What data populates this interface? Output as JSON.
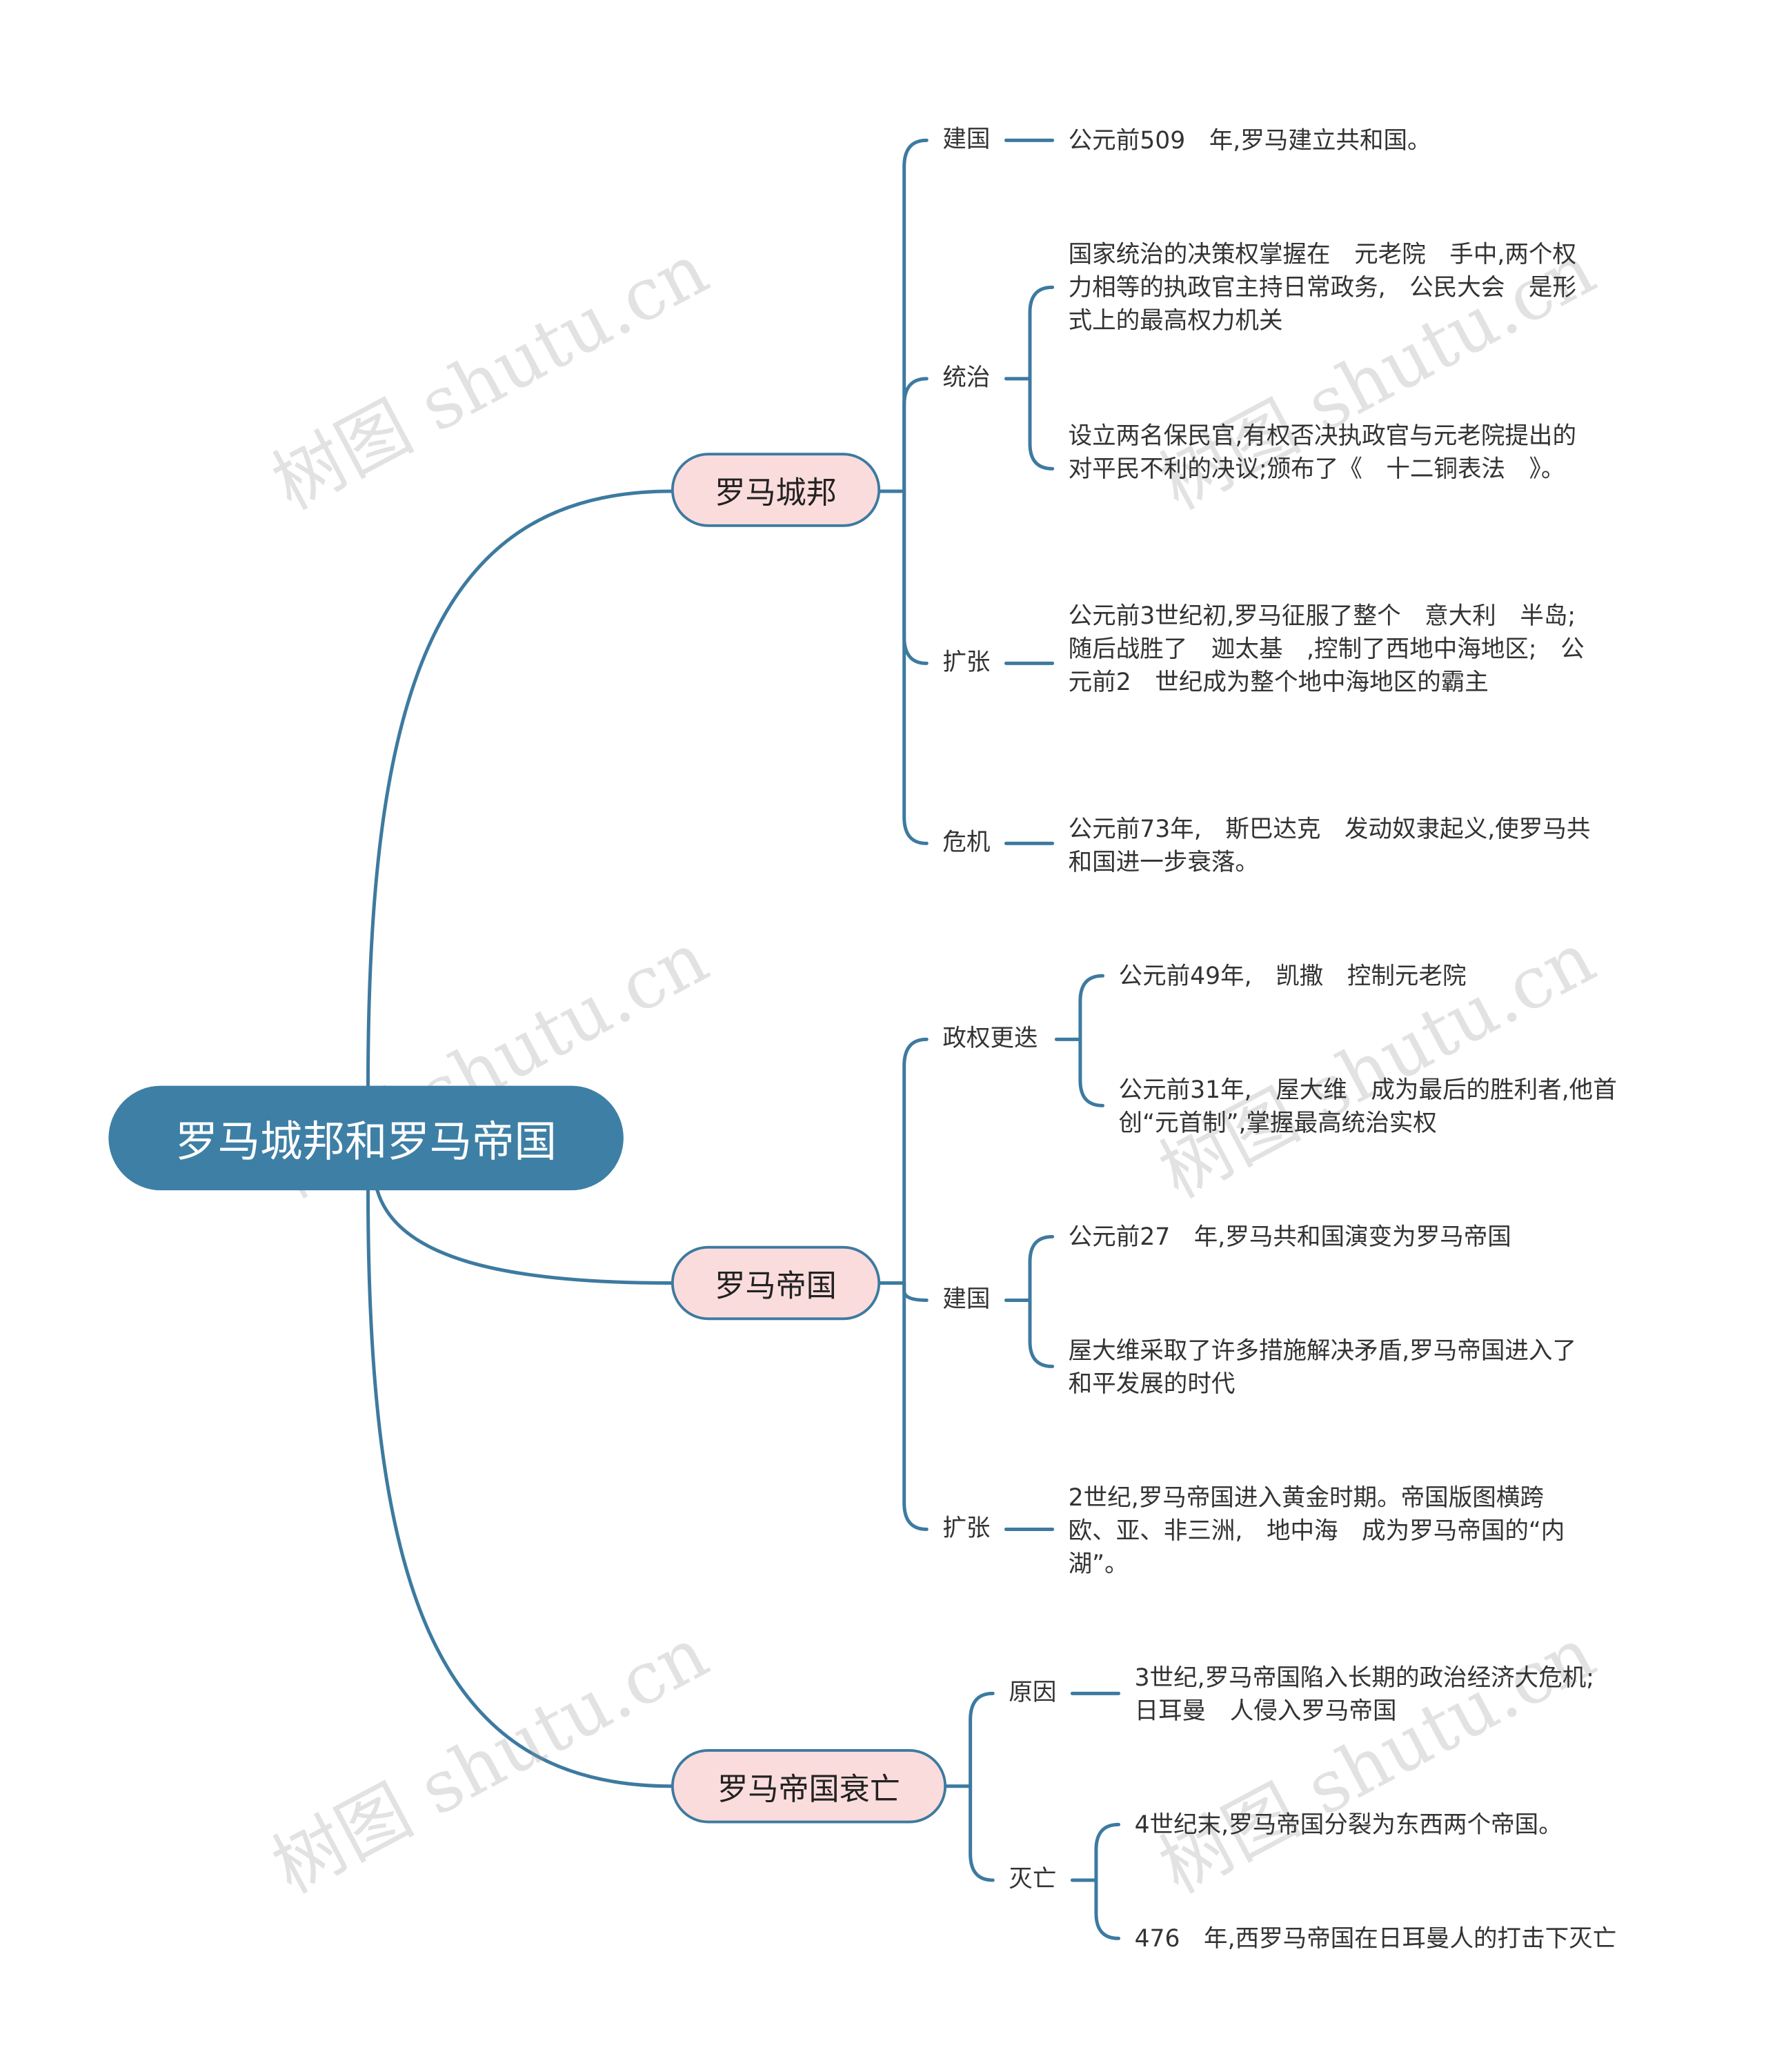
{
  "root": "罗马城邦和罗马帝国",
  "watermark": "树图 shutu.cn",
  "colors": {
    "line": "#3d7aa0",
    "root_fill": "#3e7fa5",
    "branch_fill": "#fbdcdc"
  },
  "branches": [
    {
      "label": "罗马城邦",
      "children": [
        {
          "label": "建国",
          "leaves": [
            "公元前509　年,罗马建立共和国。"
          ]
        },
        {
          "label": "统治",
          "leaves": [
            "国家统治的决策权掌握在　元老院　手中,两个权力相等的执政官主持日常政务,　公民大会　是形式上的最高权力机关",
            "设立两名保民官,有权否决执政官与元老院提出的对平民不利的决议;颁布了《　十二铜表法　》。"
          ]
        },
        {
          "label": "扩张",
          "leaves": [
            "公元前3世纪初,罗马征服了整个　意大利　半岛;随后战胜了　迦太基　,控制了西地中海地区;　公元前2　世纪成为整个地中海地区的霸主"
          ]
        },
        {
          "label": "危机",
          "leaves": [
            "公元前73年,　斯巴达克　发动奴隶起义,使罗马共和国进一步衰落。"
          ]
        }
      ]
    },
    {
      "label": "罗马帝国",
      "children": [
        {
          "label": "政权更迭",
          "leaves": [
            "公元前49年,　凯撒　控制元老院",
            "公元前31年,　屋大维　成为最后的胜利者,他首创“元首制”,掌握最高统治实权"
          ]
        },
        {
          "label": "建国",
          "leaves": [
            "公元前27　年,罗马共和国演变为罗马帝国",
            "屋大维采取了许多措施解决矛盾,罗马帝国进入了和平发展的时代"
          ]
        },
        {
          "label": "扩张",
          "leaves": [
            "2世纪,罗马帝国进入黄金时期。帝国版图横跨欧、亚、非三洲,　地中海　成为罗马帝国的“内湖”。"
          ]
        }
      ]
    },
    {
      "label": "罗马帝国衰亡",
      "children": [
        {
          "label": "原因",
          "leaves": [
            "3世纪,罗马帝国陷入长期的政治经济大危机;　日耳曼　人侵入罗马帝国"
          ]
        },
        {
          "label": "灭亡",
          "leaves": [
            "4世纪末,罗马帝国分裂为东西两个帝国。",
            "476　年,西罗马帝国在日耳曼人的打击下灭亡"
          ]
        }
      ]
    }
  ]
}
